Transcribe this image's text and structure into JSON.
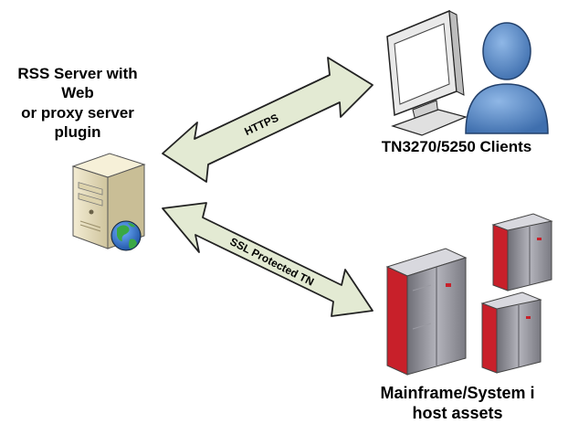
{
  "labels": {
    "server": [
      "RSS Server with Web",
      "or proxy server",
      "plugin"
    ],
    "clients": "TN3270/5250 Clients",
    "host": [
      "Mainframe/System i",
      "host assets"
    ],
    "arrow_top": "HTTPS",
    "arrow_bottom": "SSL Protected TN"
  },
  "icons": {
    "server": "server-tower-icon",
    "globe": "globe-icon",
    "monitor": "computer-monitor-icon",
    "user": "user-person-icon",
    "mainframe": "mainframe-cabinet-icon"
  },
  "colors": {
    "arrow_fill": "#e3ead3",
    "arrow_stroke": "#222222",
    "monitor_screen": "#ffffff",
    "user_fill": "#5b8fc9",
    "mainframe_accent": "#c8202a",
    "mainframe_body": "#8c8c94",
    "server_body": "#e8dfc0"
  }
}
